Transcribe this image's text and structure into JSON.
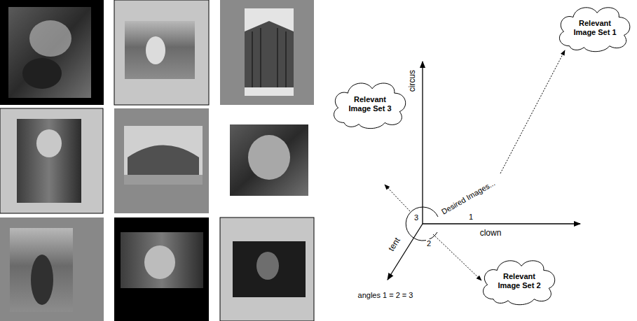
{
  "diagram": {
    "nodes": [
      {
        "text": [
          "Relevant Image Set 1"
        ]
      },
      {
        "text": [
          "Relevant Image Set 3"
        ]
      },
      {
        "text": [
          "Relevant Image Set 2"
        ]
      }
    ],
    "labels": [
      "circus",
      "Desired Images...",
      "3",
      "1",
      "clown",
      "2",
      "tent",
      "angles 1 = 2 = 3"
    ]
  }
}
